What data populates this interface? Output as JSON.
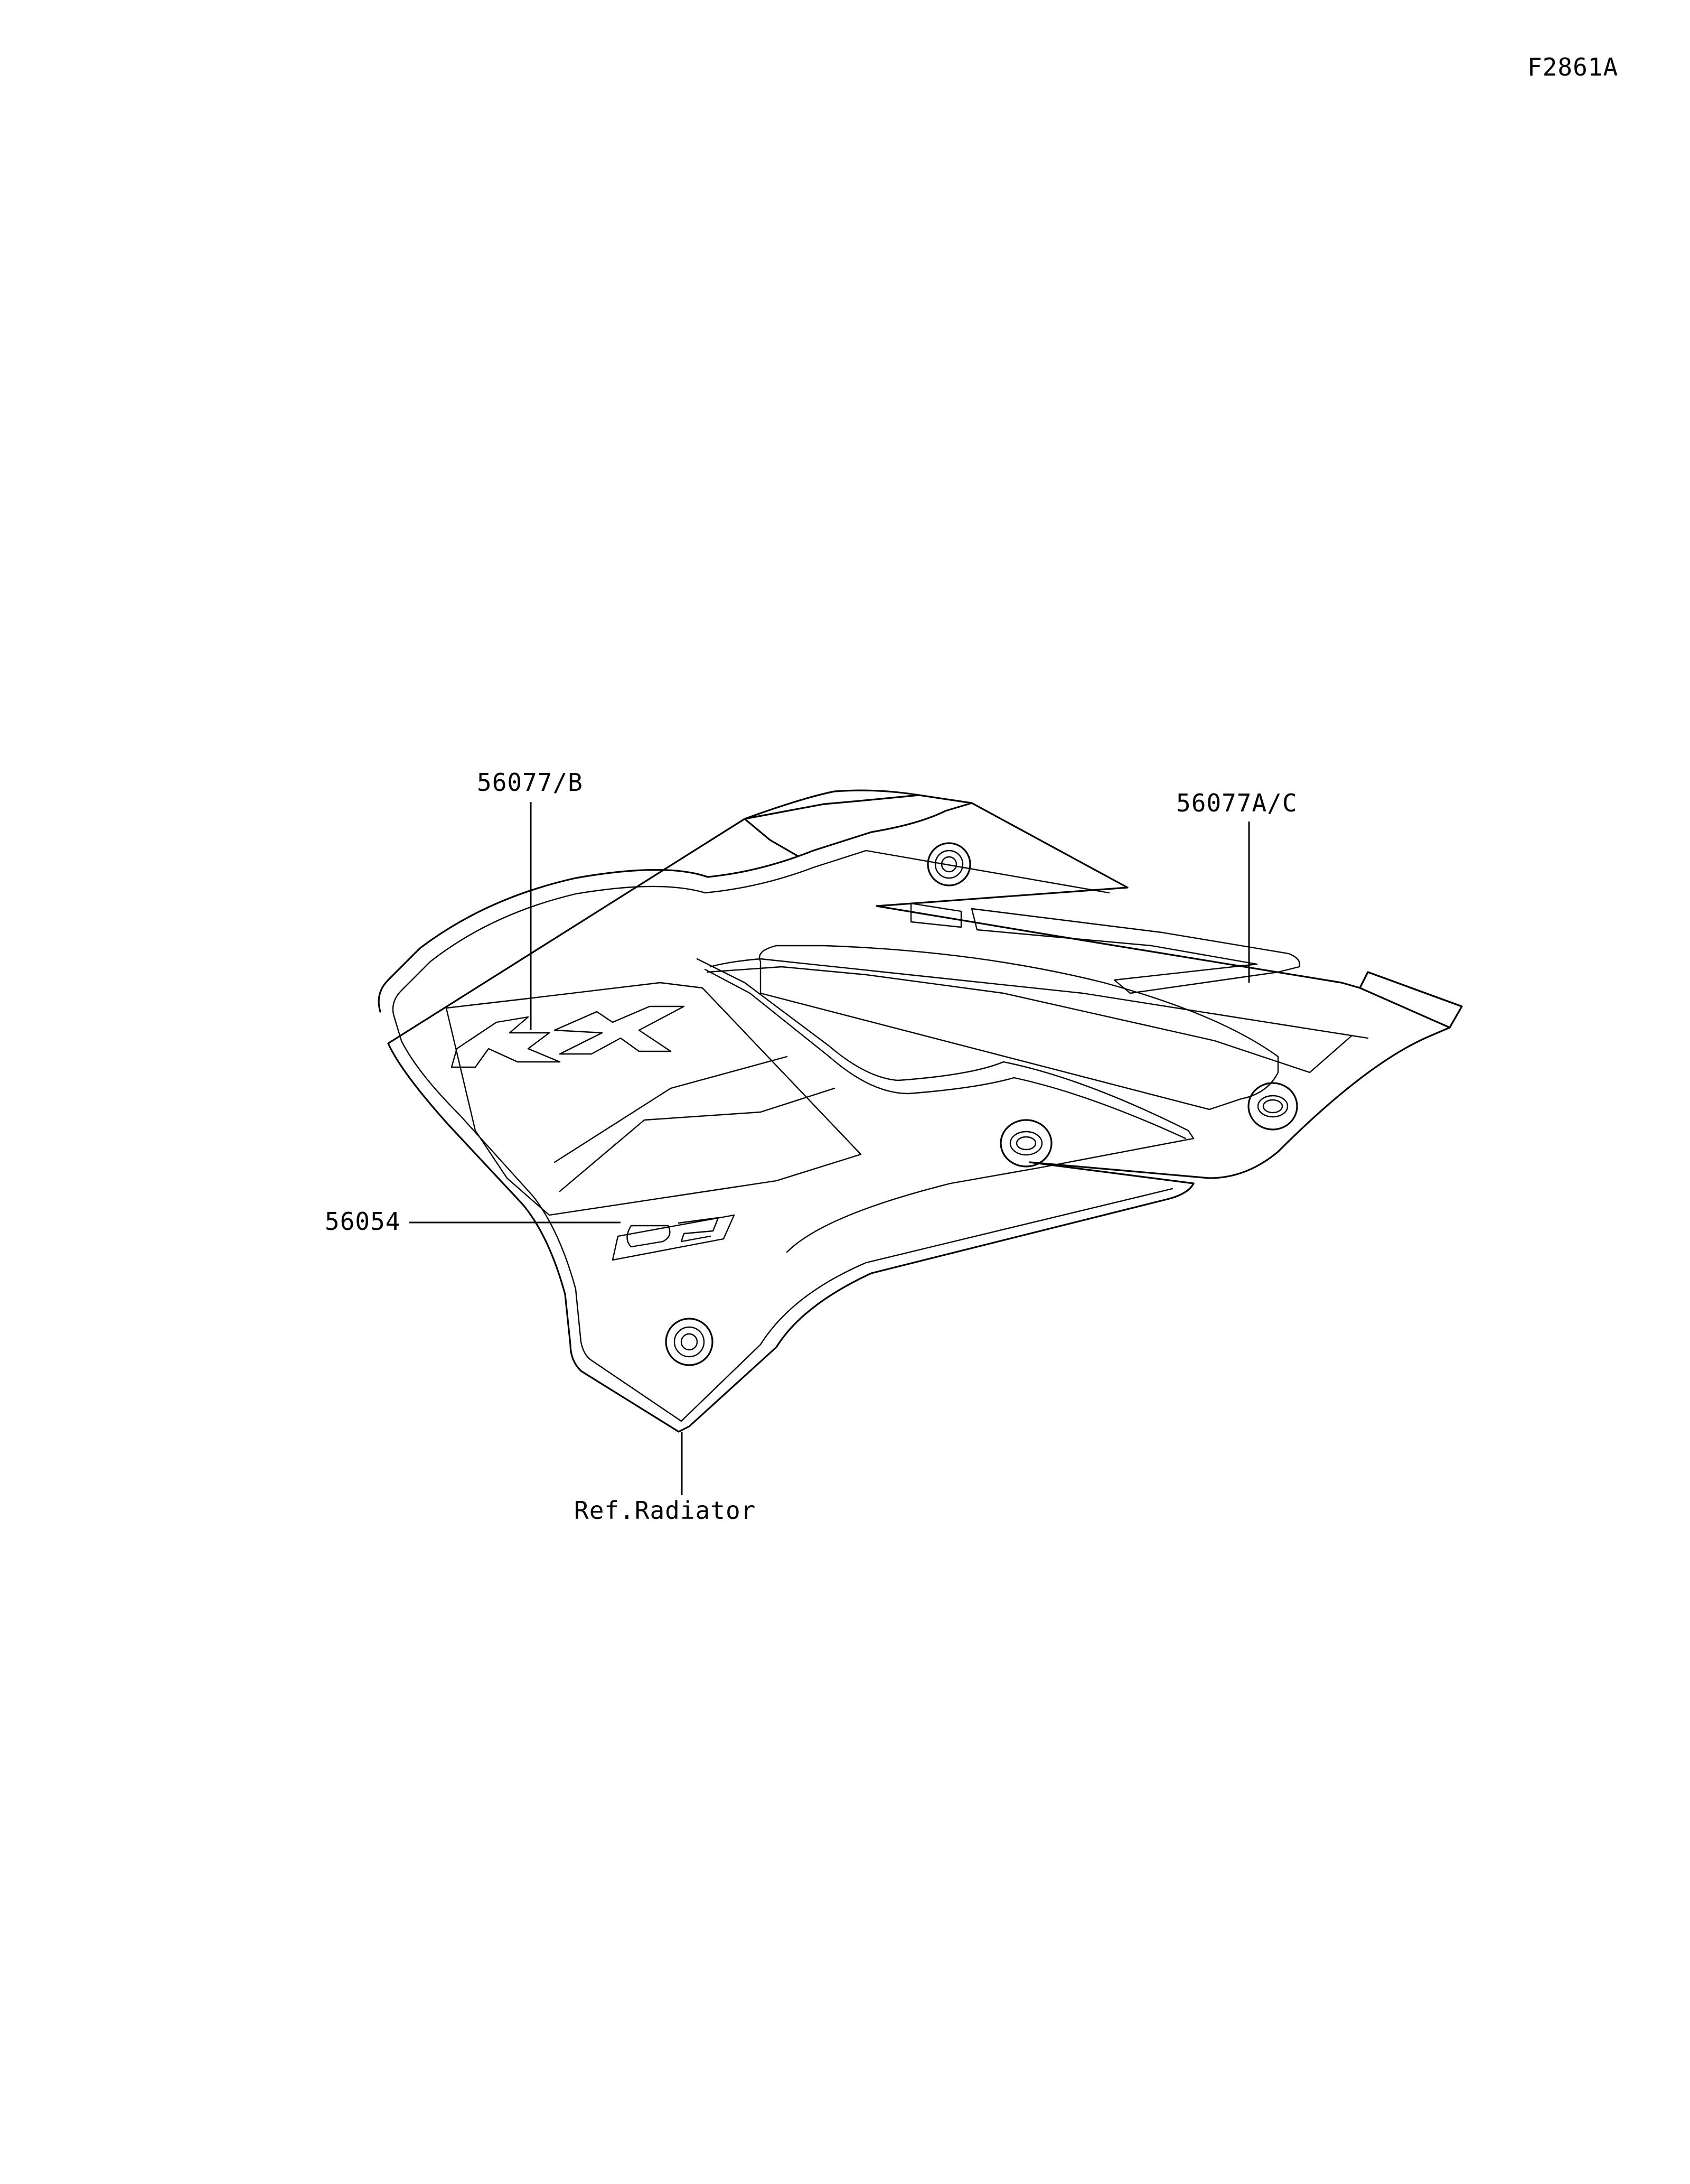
{
  "figure_code": "F2861A",
  "callouts": {
    "decal_kx_left": "56077/B",
    "decal_stripe_right": "56077A/C",
    "emblem_85": "56054",
    "reference": "Ref.Radiator"
  },
  "logo_lettering": [
    "KX",
    "85"
  ],
  "colors": {
    "line": "#000000",
    "background": "#ffffff"
  }
}
